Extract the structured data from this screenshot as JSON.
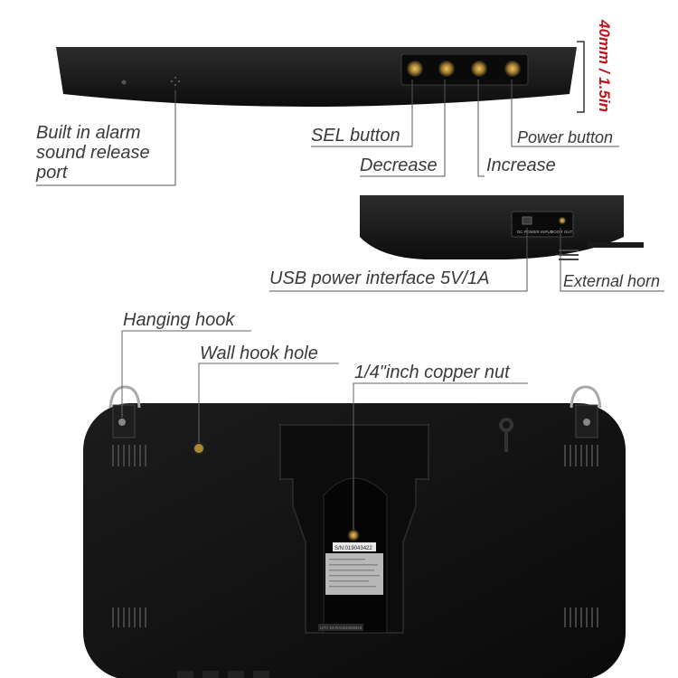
{
  "labels": {
    "alarm_port": [
      "Built in alarm",
      "sound release",
      "port"
    ],
    "sel_button": "SEL button",
    "decrease": "Decrease",
    "increase": "Increase",
    "power_button": "Power button",
    "usb_power": "USB power interface 5V/1A",
    "external_horn": "External horn",
    "hanging_hook": "Hanging hook",
    "wall_hook_hole": "Wall hook hole",
    "copper_nut": "1/4\"inch copper nut"
  },
  "dimension": "40mm / 1.5in",
  "port_labels": {
    "dc_power": "DC POWER INPUT",
    "horn_out": "DOOR OUT"
  },
  "serial": "S/N:019043422",
  "bottom_sticker": "UTC 16-RA2k4s0SB18",
  "colors": {
    "body": "#151515",
    "accent": "#c0141c",
    "button": "#c9a24a"
  }
}
